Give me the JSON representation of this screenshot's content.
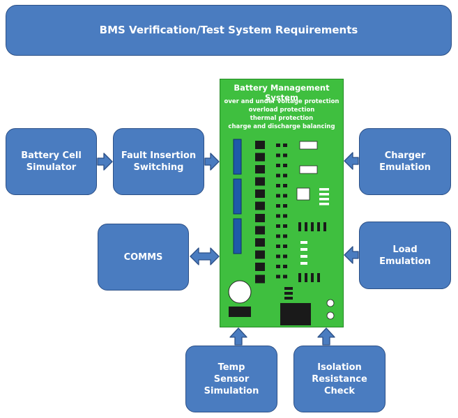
{
  "title": "BMS Verification/Test System Requirements",
  "bms": {
    "title": "Battery Management System",
    "features": [
      "over and under voltage protection",
      "overload protection",
      "thermal protection",
      "charge and discharge balancing"
    ]
  },
  "blocks": {
    "battery_cell_simulator": "Battery Cell\nSimulator",
    "fault_insertion_switching": "Fault Insertion\nSwitching",
    "comms": "COMMS",
    "charger_emulation": "Charger\nEmulation",
    "load_emulation": "Load\nEmulation",
    "temp_sensor_simulation": "Temp\nSensor\nSimulation",
    "isolation_resistance_check": "Isolation\nResistance\nCheck"
  },
  "colors": {
    "block_fill": "#4a7cc0",
    "block_border": "#2b4f86",
    "board_fill": "#3fbf3f",
    "component": "#1a1a1a",
    "connector": "#1e5aa8"
  }
}
